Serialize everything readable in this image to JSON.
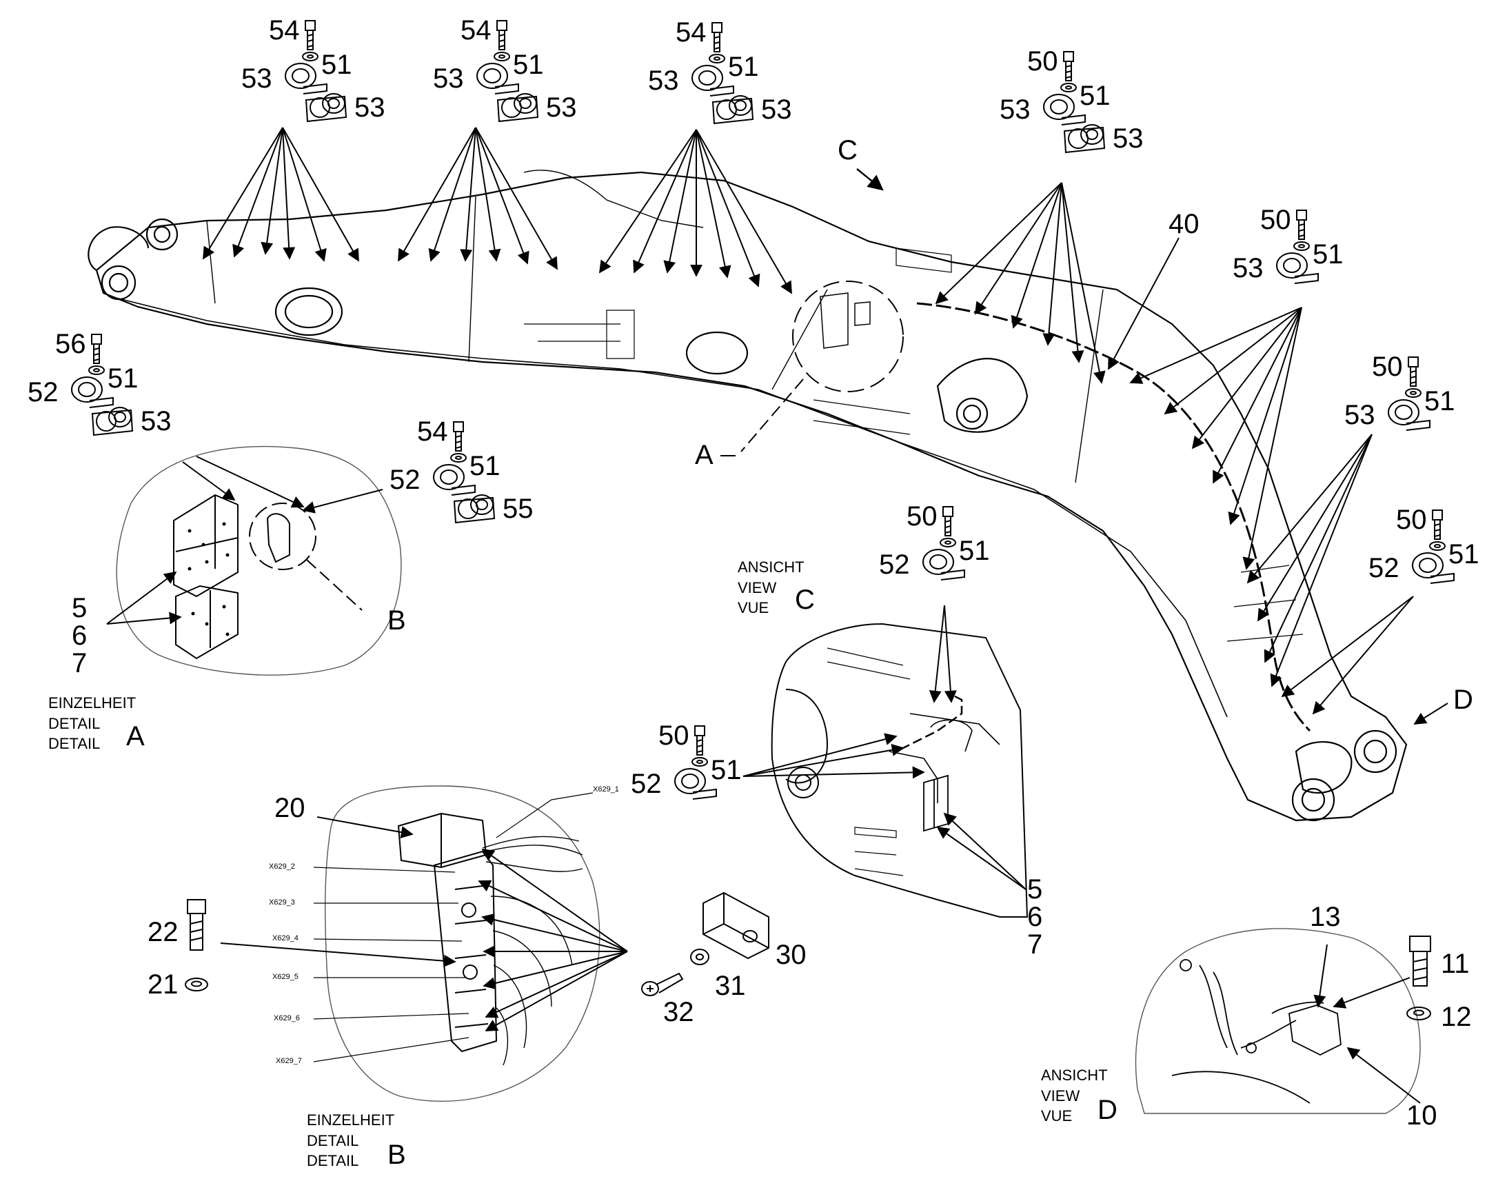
{
  "diagram": {
    "views": {
      "detail_a": {
        "lines": [
          "EINZELHEIT",
          "DETAIL",
          "DETAIL"
        ],
        "letter": "A"
      },
      "detail_b": {
        "lines": [
          "EINZELHEIT",
          "DETAIL",
          "DETAIL"
        ],
        "letter": "B"
      },
      "view_c": {
        "lines": [
          "ANSICHT",
          "VIEW",
          "VUE"
        ],
        "letter": "C"
      },
      "view_d": {
        "lines": [
          "ANSICHT",
          "VIEW",
          "VUE"
        ],
        "letter": "D"
      }
    },
    "view_markers": {
      "c": "C",
      "a": "A",
      "b": "B",
      "d": "D"
    },
    "connectors": [
      "X629_1",
      "X629_2",
      "X629_3",
      "X629_4",
      "X629_5",
      "X629_6",
      "X629_7"
    ],
    "callouts": {
      "c1": {
        "bolt": "54",
        "washer": "51",
        "clamp": "53",
        "base": "53"
      },
      "c2": {
        "bolt": "54",
        "washer": "51",
        "clamp": "53",
        "base": "53"
      },
      "c3": {
        "bolt": "54",
        "washer": "51",
        "clamp": "53",
        "base": "53"
      },
      "c4": {
        "bolt": "50",
        "washer": "51",
        "clamp": "53",
        "base": "53"
      },
      "c5": {
        "bolt": "50",
        "washer": "51",
        "clamp": "53"
      },
      "c6": {
        "bolt": "50",
        "washer": "51",
        "clamp": "53"
      },
      "c7": {
        "bolt": "50",
        "washer": "51",
        "clamp": "52"
      },
      "c8": {
        "bolt": "56",
        "washer": "51",
        "clamp": "52",
        "base": "53"
      },
      "c9": {
        "bolt": "54",
        "washer": "51",
        "clamp": "52",
        "base": "55"
      },
      "c10": {
        "bolt": "50",
        "washer": "51",
        "clamp": "52"
      },
      "c11": {
        "bolt": "50",
        "washer": "51",
        "clamp": "52"
      }
    },
    "part_numbers": {
      "harness": "40",
      "bracket_a": [
        "5",
        "6",
        "7"
      ],
      "bracket_c": [
        "5",
        "6",
        "7"
      ],
      "plug": "20",
      "bolt_b": "22",
      "washer_b": "21",
      "cap_plate": "30",
      "washer_small": "31",
      "screw": "32",
      "sensor": "10",
      "bolt_d": "11",
      "washer_d": "12",
      "cable_d": "13"
    }
  },
  "colors": {
    "line": "#000000",
    "sketch": "#555555",
    "background": "#ffffff"
  }
}
